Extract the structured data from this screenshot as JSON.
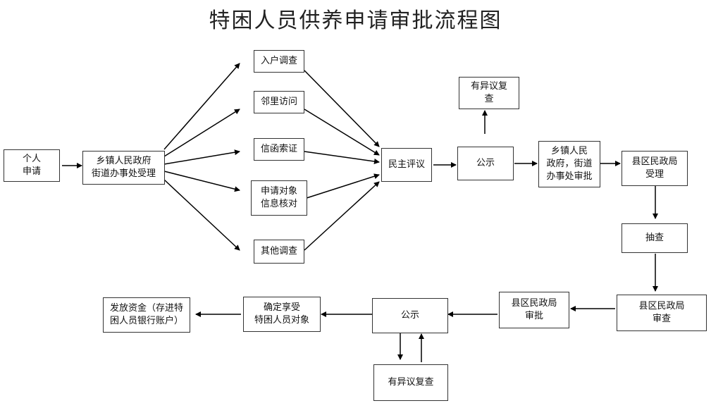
{
  "diagram": {
    "title": "特困人员供养申请审批流程图",
    "nodes": {
      "apply": "个人\n申请",
      "township_accept": "乡镇人民政府\n街道办事处受理",
      "household_survey": "入户调查",
      "neighbor_visit": "邻里访问",
      "letter_verify": "信函索证",
      "info_check": "申请对象\n信息核对",
      "other_survey": "其他调查",
      "democratic_review": "民主评议",
      "publicity_1": "公示",
      "objection_review_1": "有异议复\n查",
      "township_approve": "乡镇人民\n政府，街道\n办事处审批",
      "county_accept": "县区民政局\n受理",
      "spot_check": "抽查",
      "county_review": "县区民政局\n审查",
      "county_approve": "县区民政局\n审批",
      "publicity_2": "公示",
      "objection_review_2": "有异议复查",
      "confirm_target": "确定享受\n特困人员对象",
      "issue_funds": "发放资金（存进特\n困人员银行账户）"
    }
  }
}
